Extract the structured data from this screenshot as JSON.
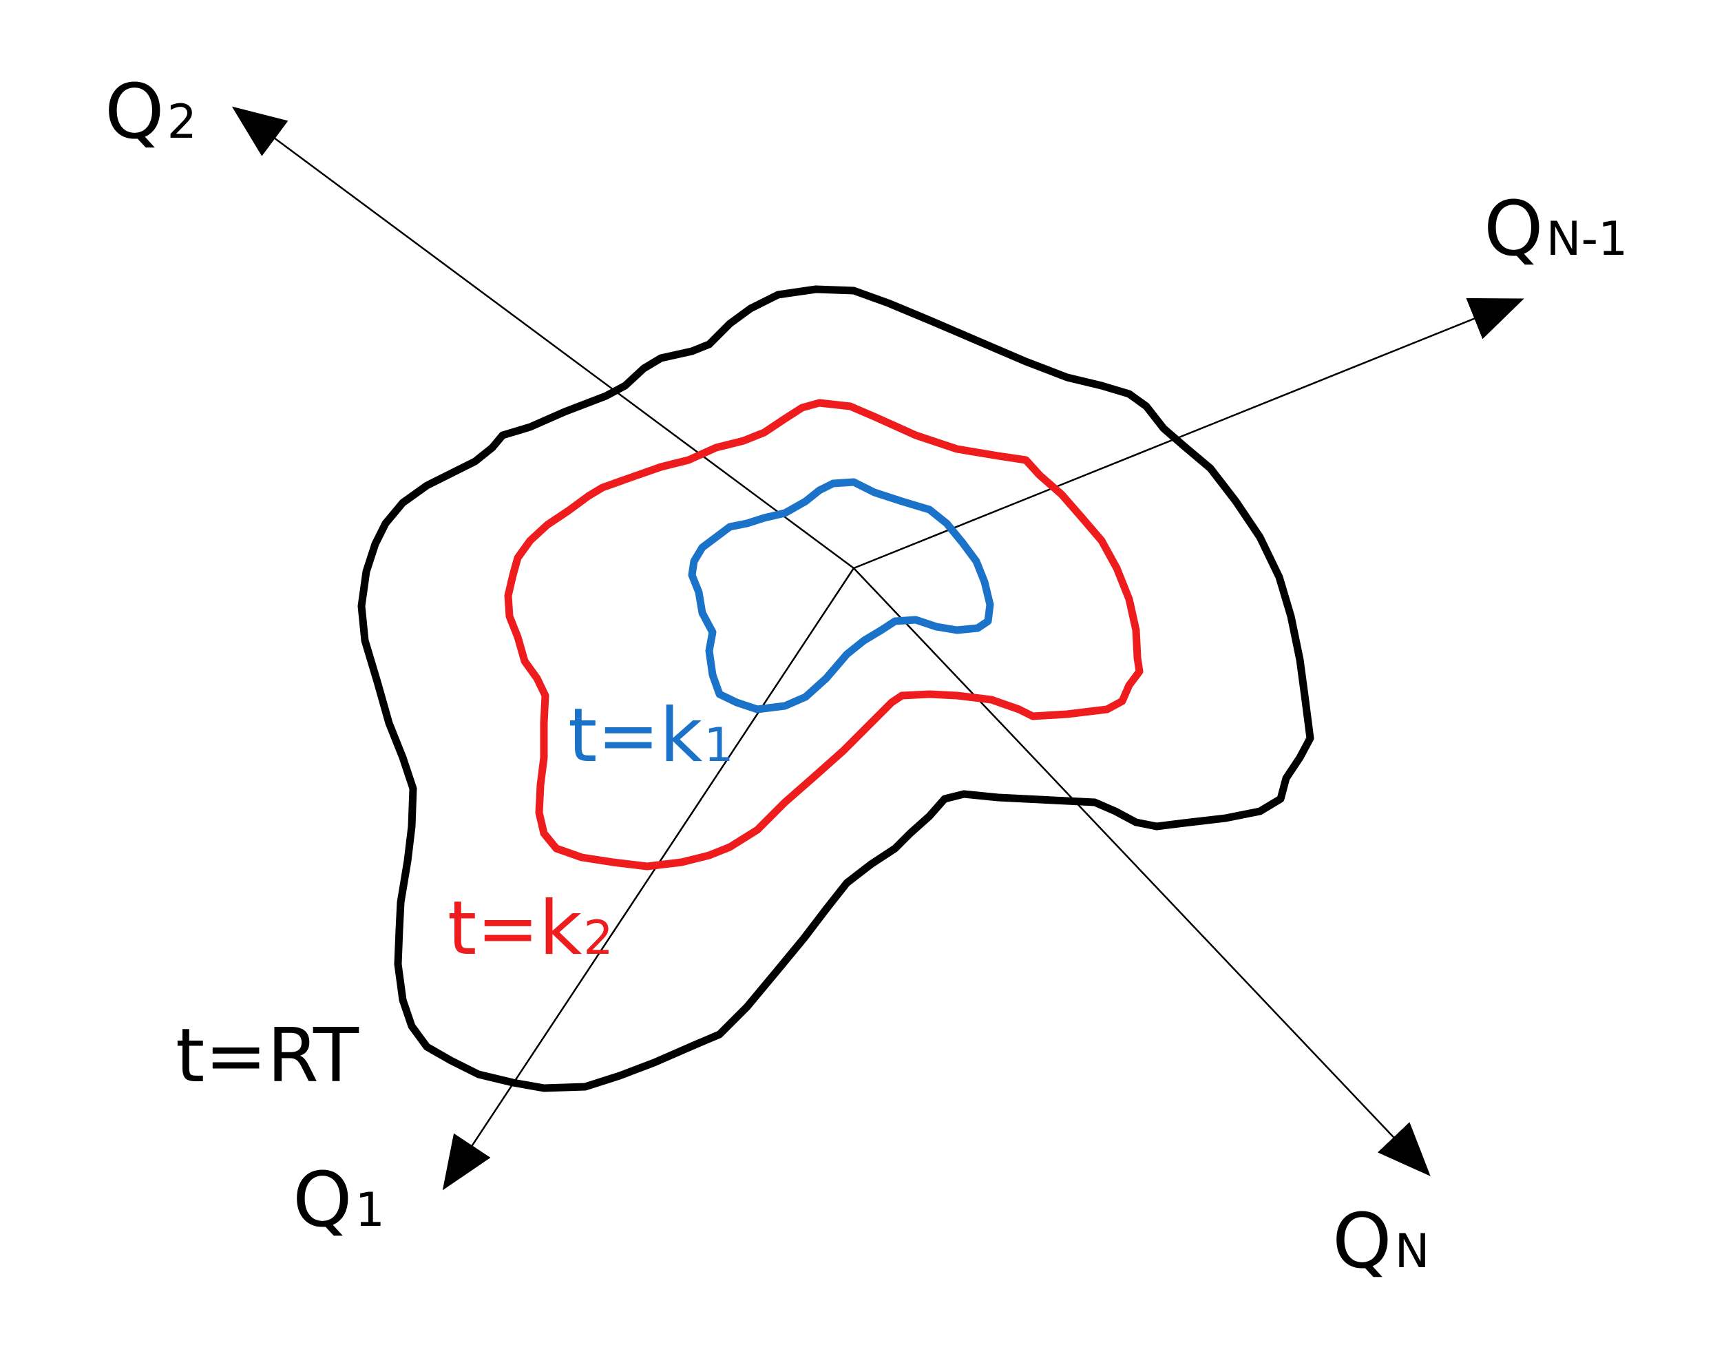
{
  "axes": {
    "q1": {
      "main": "Q",
      "sub": "1"
    },
    "q2": {
      "main": "Q",
      "sub": "2"
    },
    "qn1": {
      "main": "Q",
      "sub": "N-1"
    },
    "qn": {
      "main": "Q",
      "sub": "N"
    }
  },
  "contours": {
    "k1": {
      "label_main": "t=k",
      "label_sub": "1",
      "color": "#1a73c8"
    },
    "k2": {
      "label_main": "t=k",
      "label_sub": "2",
      "color": "#ee1c1c"
    },
    "rt": {
      "label_main": "t=RT",
      "color": "#000000"
    }
  }
}
